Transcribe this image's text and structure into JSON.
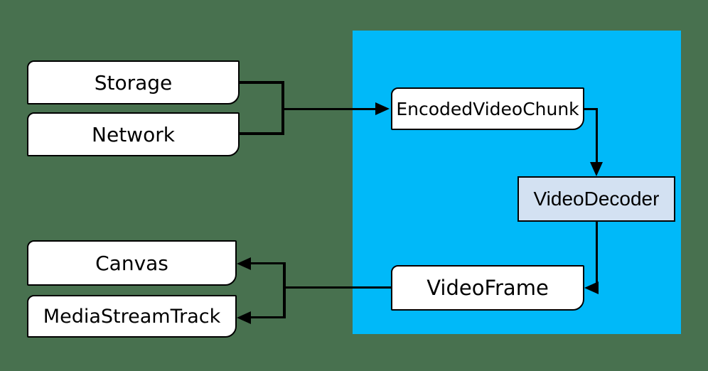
{
  "colors": {
    "page_background": "#48714F",
    "region_fill": "#00B9F9",
    "node_fill": "#FFFFFF",
    "node_border": "#000000",
    "decoder_fill": "#D3E1F2",
    "connector": "#000000"
  },
  "nodes": {
    "storage": {
      "label": "Storage"
    },
    "network": {
      "label": "Network"
    },
    "encoded_video_chunk": {
      "label": "EncodedVideoChunk"
    },
    "video_decoder": {
      "label": "VideoDecoder"
    },
    "video_frame": {
      "label": "VideoFrame"
    },
    "canvas": {
      "label": "Canvas"
    },
    "media_stream_track": {
      "label": "MediaStreamTrack"
    }
  }
}
